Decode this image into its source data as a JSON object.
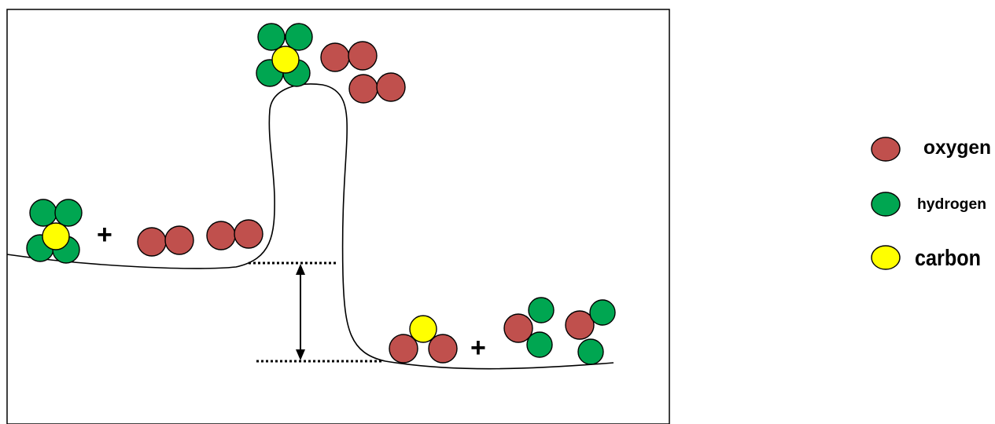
{
  "legend": {
    "oxygen": "oxygen",
    "hydrogen": "hydrogen",
    "carbon": "carbon"
  },
  "symbols": {
    "plus": "+"
  },
  "colors": {
    "oxygen": "#c0504d",
    "hydrogen": "#00a651",
    "carbon": "#ffff00"
  }
}
